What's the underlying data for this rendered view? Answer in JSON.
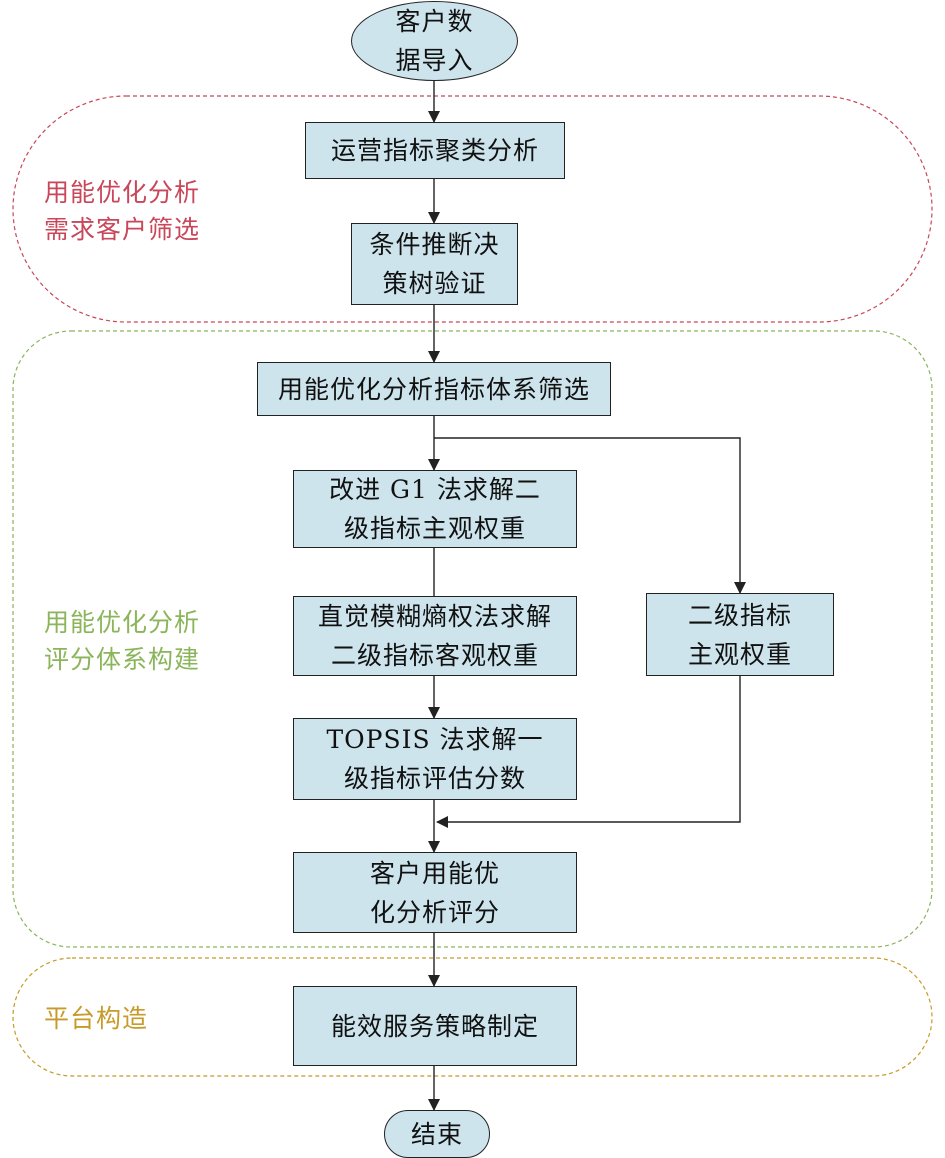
{
  "nodes": {
    "start": {
      "lines": [
        "客户数",
        "据导入"
      ]
    },
    "ops_cluster": {
      "lines": [
        "运营指标聚类分析"
      ]
    },
    "decision_tree": {
      "lines": [
        "条件推断决",
        "策树验证"
      ]
    },
    "index_screen": {
      "lines": [
        "用能优化分析指标体系筛选"
      ]
    },
    "g1": {
      "lines": [
        "改进 G1 法求解二",
        "级指标主观权重"
      ]
    },
    "entropy": {
      "lines": [
        "直觉模糊熵权法求解",
        "二级指标客观权重"
      ]
    },
    "topsis": {
      "lines": [
        "TOPSIS 法求解一",
        "级指标评估分数"
      ]
    },
    "subjective": {
      "lines": [
        "二级指标",
        "主观权重"
      ]
    },
    "score": {
      "lines": [
        "客户用能优",
        "化分析评分"
      ]
    },
    "strategy": {
      "lines": [
        "能效服务策略制定"
      ]
    },
    "end": {
      "lines": [
        "结束"
      ]
    }
  },
  "regions": {
    "demand_screening": {
      "lines": [
        "用能优化分析",
        "需求客户筛选"
      ],
      "color": "#c8475a"
    },
    "evaluation_system": {
      "lines": [
        "用能优化分析",
        "评分体系构建"
      ],
      "color": "#8ab55a"
    },
    "platform": {
      "lines": [
        "平台构造"
      ],
      "color": "#c79a2a"
    }
  },
  "colors": {
    "node_fill": "#cde4ec",
    "stroke": "#222222"
  }
}
